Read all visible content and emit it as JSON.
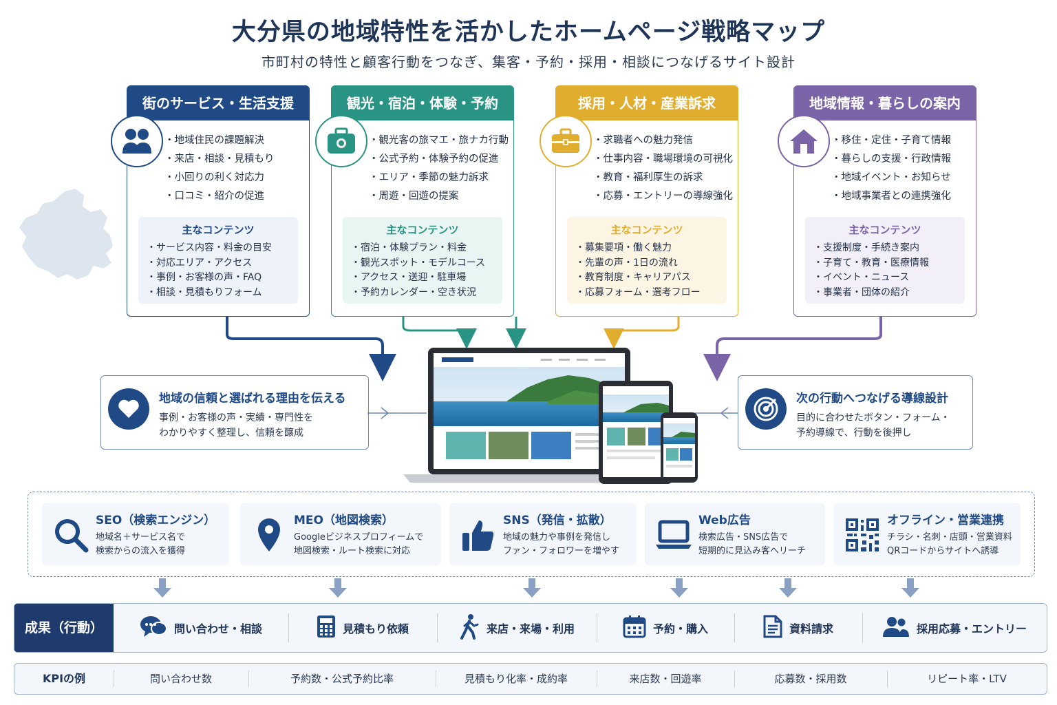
{
  "title": "大分県の地域特性を活かしたホームページ戦略マップ",
  "subtitle": "市町村の特性と顧客行動をつなぎ、集客・予約・採用・相談につなげるサイト設計",
  "categories": [
    {
      "title": "街のサービス・生活支援",
      "color": "#1f4a86",
      "light": "#eef3fa",
      "icon": "people-icon",
      "points": [
        "地域住民の課題解決",
        "来店・相談・見積もり",
        "小回りの利く対応力",
        "口コミ・紹介の促進"
      ],
      "contents_title": "主なコンテンツ",
      "contents": [
        "サービス内容・料金の目安",
        "対応エリア・アクセス",
        "事例・お客様の声・FAQ",
        "相談・見積もりフォーム"
      ]
    },
    {
      "title": "観光・宿泊・体験・予約",
      "color": "#2a9484",
      "light": "#e8f5f2",
      "icon": "suitcase-icon",
      "points": [
        "観光客の旅マエ・旅ナカ行動",
        "公式予約・体験予約の促進",
        "エリア・季節の魅力訴求",
        "周遊・回遊の提案"
      ],
      "contents_title": "主なコンテンツ",
      "contents": [
        "宿泊・体験プラン・料金",
        "観光スポット・モデルコース",
        "アクセス・送迎・駐車場",
        "予約カレンダー・空き状況"
      ]
    },
    {
      "title": "採用・人材・産業訴求",
      "color": "#e1ad2f",
      "light": "#fdf5e4",
      "icon": "briefcase-icon",
      "points": [
        "求職者への魅力発信",
        "仕事内容・職場環境の可視化",
        "教育・福利厚生の訴求",
        "応募・エントリーの導線強化"
      ],
      "contents_title": "主なコンテンツ",
      "contents": [
        "募集要項・働く魅力",
        "先輩の声・1日の流れ",
        "教育制度・キャリアパス",
        "応募フォーム・選考フロー"
      ]
    },
    {
      "title": "地域情報・暮らしの案内",
      "color": "#7b63a8",
      "light": "#f2eff8",
      "icon": "house-icon",
      "points": [
        "移住・定住・子育て情報",
        "暮らしの支援・行政情報",
        "地域イベント・お知らせ",
        "地域事業者との連携強化"
      ],
      "contents_title": "主なコンテンツ",
      "contents": [
        "支援制度・手続き案内",
        "子育て・教育・医療情報",
        "イベント・ニュース",
        "事業者・団体の紹介"
      ]
    }
  ],
  "side_left": {
    "title": "地域の信頼と選ばれる理由を伝える",
    "desc1": "事例・お客様の声・実績・専門性を",
    "desc2": "わかりやすく整理し、信頼を醸成"
  },
  "side_right": {
    "title": "次の行動へつなげる導線設計",
    "desc1": "目的に合わせたボタン・フォーム・",
    "desc2": "予約導線で、行動を後押し"
  },
  "channels": [
    {
      "title": "SEO（検索エンジン）",
      "desc1": "地域名＋サービス名で",
      "desc2": "検索からの流入を獲得",
      "icon": "search-icon"
    },
    {
      "title": "MEO（地図検索）",
      "desc1": "Googleビジネスプロフィームで",
      "desc2": "地図検索・ルート検索に対応",
      "icon": "map-pin-icon"
    },
    {
      "title": "SNS（発信・拡散）",
      "desc1": "地域の魅力や事例を発信し",
      "desc2": "ファン・フォロワーを増やす",
      "icon": "thumbs-up-icon"
    },
    {
      "title": "Web広告",
      "desc1": "検索広告・SNS広告で",
      "desc2": "短期的に見込み客へリーチ",
      "icon": "laptop-icon"
    },
    {
      "title": "オフライン・営業連携",
      "desc1": "チラシ・名刺・店頭・営業資料",
      "desc2": "QRコードからサイトへ誘導",
      "icon": "qr-code-icon"
    }
  ],
  "results": {
    "label": "成果（行動）",
    "items": [
      {
        "label": "問い合わせ・相談",
        "icon": "chat-icon"
      },
      {
        "label": "見積もり依頼",
        "icon": "calculator-icon"
      },
      {
        "label": "来店・来場・利用",
        "icon": "walking-icon"
      },
      {
        "label": "予約・購入",
        "icon": "calendar-icon"
      },
      {
        "label": "資料請求",
        "icon": "document-icon"
      },
      {
        "label": "採用応募・エントリー",
        "icon": "users-icon"
      }
    ]
  },
  "kpi": {
    "label": "KPIの例",
    "items": [
      "問い合わせ数",
      "予約数・公式予約比率",
      "見積もり化率・成約率",
      "来店数・回遊率",
      "応募数・採用数",
      "リピート率・LTV"
    ]
  }
}
